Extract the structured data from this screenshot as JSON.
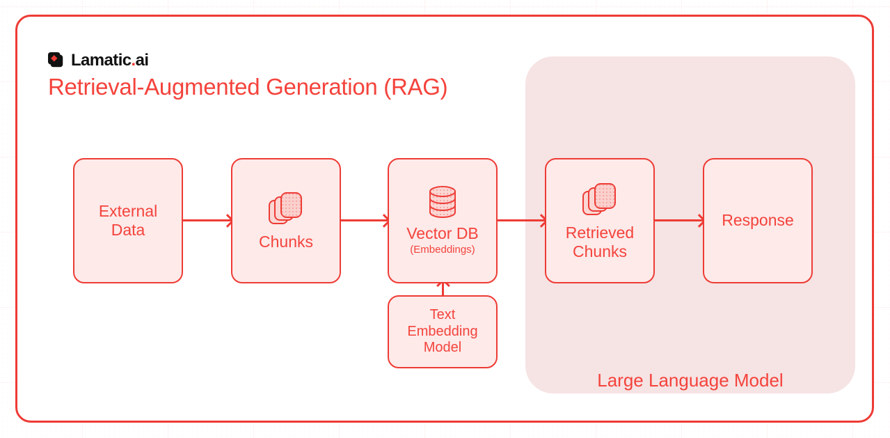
{
  "brand": {
    "logo_icon": "lamatic-diamond-logo-icon",
    "name": "Lamatic",
    "dot": ".",
    "suffix": "ai"
  },
  "title": "Retrieval-Augmented Generation (RAG)",
  "diagram": {
    "type": "flowchart",
    "llm_region": {
      "label": "Large Language Model"
    },
    "nodes": [
      {
        "id": "external-data",
        "label": "External\nData",
        "sub": "",
        "icon": ""
      },
      {
        "id": "chunks",
        "label": "Chunks",
        "sub": "",
        "icon": "stacked-cards-icon"
      },
      {
        "id": "vector-db",
        "label": "Vector DB",
        "sub": "(Embeddings)",
        "icon": "database-cylinder-icon"
      },
      {
        "id": "retrieved-chunks",
        "label": "Retrieved\nChunks",
        "sub": "",
        "icon": "stacked-cards-icon"
      },
      {
        "id": "response",
        "label": "Response",
        "sub": "",
        "icon": ""
      },
      {
        "id": "text-embedding-model",
        "label": "Text\nEmbedding\nModel",
        "sub": "",
        "icon": ""
      }
    ],
    "edges": [
      {
        "from": "external-data",
        "to": "chunks",
        "direction": "right"
      },
      {
        "from": "chunks",
        "to": "vector-db",
        "direction": "right"
      },
      {
        "from": "vector-db",
        "to": "retrieved-chunks",
        "direction": "right"
      },
      {
        "from": "retrieved-chunks",
        "to": "response",
        "direction": "right"
      },
      {
        "from": "text-embedding-model",
        "to": "vector-db",
        "direction": "up"
      }
    ]
  },
  "colors": {
    "accent": "#ee3b35",
    "text_red": "#f4433c",
    "node_fill": "#fdeae9",
    "llm_fill": "#f6e3e3",
    "logo_black": "#111111",
    "page_bg": "#ffffff"
  }
}
